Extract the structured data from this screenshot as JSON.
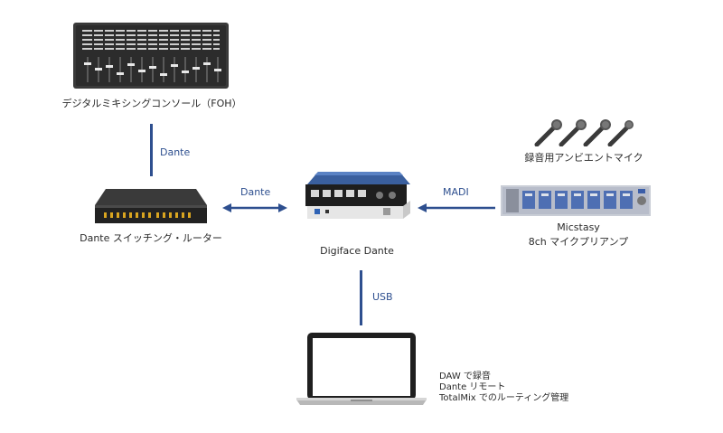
{
  "devices": {
    "console_label": "デジタルミキシングコンソール（FOH）",
    "switch_label": "Dante スイッチング・ルーター",
    "digiface_label": "Digiface Dante",
    "mics_label": "録音用アンビエントマイク",
    "micstasy_name": "Micstasy",
    "micstasy_sub": "8ch マイクプリアンプ"
  },
  "links": {
    "console_switch": "Dante",
    "switch_digiface": "Dante",
    "micstasy_digiface": "MADI",
    "digiface_laptop": "USB"
  },
  "laptop_notes": [
    "DAW で録音",
    "Dante リモート",
    "TotalMix でのルーティング管理"
  ],
  "colors": {
    "connector": "#2e4f8f",
    "device_dark": "#2b2b2b",
    "device_blue": "#2f63b5"
  }
}
